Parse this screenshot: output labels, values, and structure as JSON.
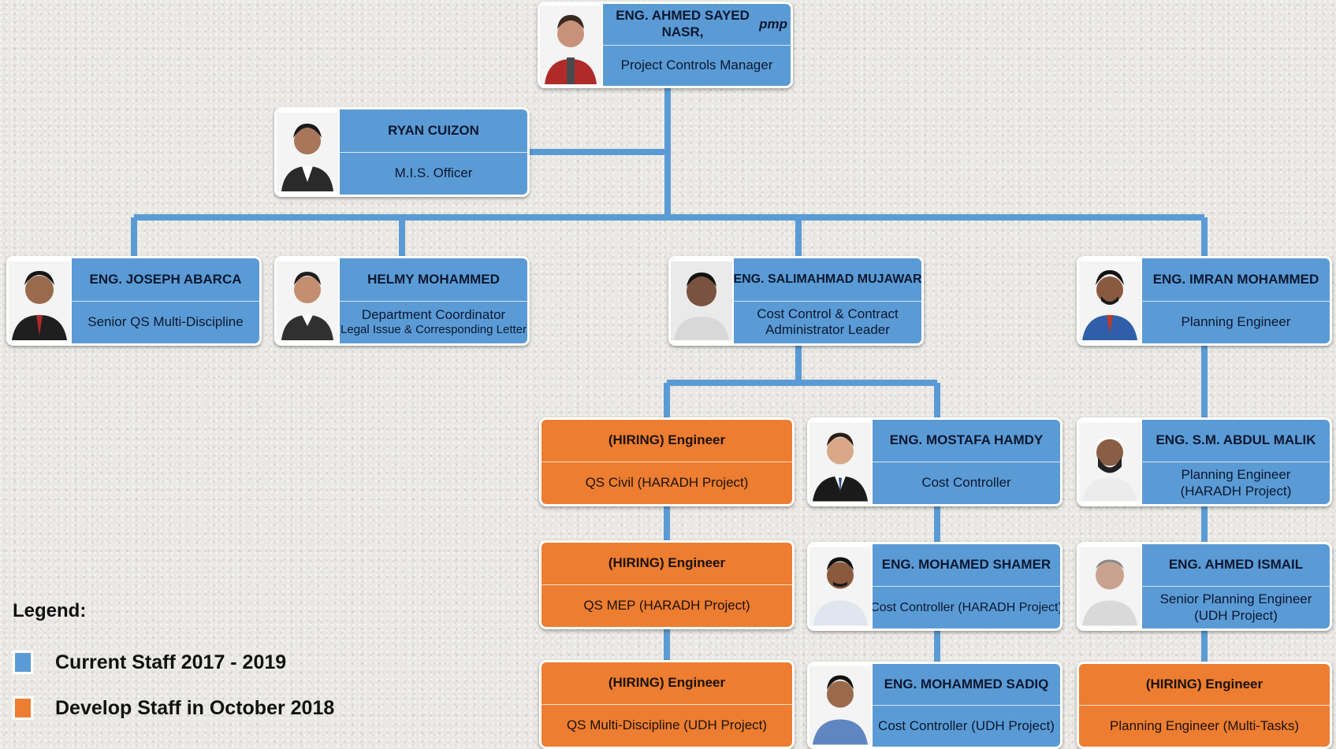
{
  "org_chart": {
    "nodes": [
      {
        "id": "nasr",
        "name": "ENG. AHMED SAYED NASR, pmp",
        "role": "Project Controls Manager",
        "status": "current",
        "photo": true
      },
      {
        "id": "cuizon",
        "name": "RYAN CUIZON",
        "role": "M.I.S. Officer",
        "status": "current",
        "photo": true
      },
      {
        "id": "abarca",
        "name": "ENG. JOSEPH ABARCA",
        "role": "Senior QS Multi-Discipline",
        "status": "current",
        "photo": true
      },
      {
        "id": "helmy",
        "name": "HELMY MOHAMMED",
        "role": "Department Coordinator",
        "role2": "(Legal Issue & Corresponding Letter)",
        "status": "current",
        "photo": true
      },
      {
        "id": "mujawar",
        "name": "ENG. SALIMAHMAD MUJAWAR",
        "role": "Cost Control & Contract",
        "role2": "Administrator Leader",
        "status": "current",
        "photo": true
      },
      {
        "id": "imran",
        "name": "ENG.  IMRAN MOHAMMED",
        "role": "Planning Engineer",
        "status": "current",
        "photo": true
      },
      {
        "id": "hire_civil",
        "name": "(HIRING) Engineer",
        "role": "QS Civil (HARADH Project)",
        "status": "develop",
        "photo": false
      },
      {
        "id": "hamdy",
        "name": "ENG. MOSTAFA HAMDY",
        "role": "Cost Controller",
        "status": "current",
        "photo": true
      },
      {
        "id": "malik",
        "name": "ENG. S.M. ABDUL MALIK",
        "role": "Planning Engineer",
        "role2": "(HARADH Project)",
        "status": "current",
        "photo": true
      },
      {
        "id": "hire_mep",
        "name": "(HIRING) Engineer",
        "role": "QS MEP (HARADH Project)",
        "status": "develop",
        "photo": false
      },
      {
        "id": "shamer",
        "name": "ENG. MOHAMED SHAMER",
        "role": "Cost Controller (HARADH Project)",
        "status": "current",
        "photo": true
      },
      {
        "id": "ismail",
        "name": "ENG. AHMED ISMAIL",
        "role": "Senior Planning Engineer",
        "role2": "(UDH Project)",
        "status": "current",
        "photo": true
      },
      {
        "id": "hire_multi",
        "name": "(HIRING) Engineer",
        "role": "QS Multi-Discipline (UDH Project)",
        "status": "develop",
        "photo": false
      },
      {
        "id": "sadiq",
        "name": "ENG. MOHAMMED SADIQ",
        "role": "Cost Controller (UDH Project)",
        "status": "current",
        "photo": true
      },
      {
        "id": "hire_plan",
        "name": "(HIRING) Engineer",
        "role": "Planning Engineer (Multi-Tasks)",
        "status": "develop",
        "photo": false
      }
    ],
    "edges": [
      [
        "nasr",
        "cuizon"
      ],
      [
        "nasr",
        "abarca"
      ],
      [
        "nasr",
        "helmy"
      ],
      [
        "nasr",
        "mujawar"
      ],
      [
        "nasr",
        "imran"
      ],
      [
        "mujawar",
        "hire_civil"
      ],
      [
        "mujawar",
        "hamdy"
      ],
      [
        "hire_civil",
        "hire_mep"
      ],
      [
        "hire_mep",
        "hire_multi"
      ],
      [
        "hamdy",
        "shamer"
      ],
      [
        "shamer",
        "sadiq"
      ],
      [
        "imran",
        "malik"
      ],
      [
        "malik",
        "ismail"
      ],
      [
        "ismail",
        "hire_plan"
      ]
    ]
  },
  "legend": {
    "title": "Legend:",
    "items": [
      {
        "label": "Current Staff 2017 - 2019",
        "color": "#5b9bd5"
      },
      {
        "label": "Develop Staff in October 2018",
        "color": "#ed7d31"
      }
    ]
  },
  "colors": {
    "current": "#5b9bd5",
    "develop": "#ed7d31",
    "connector": "#5b9bd5"
  }
}
